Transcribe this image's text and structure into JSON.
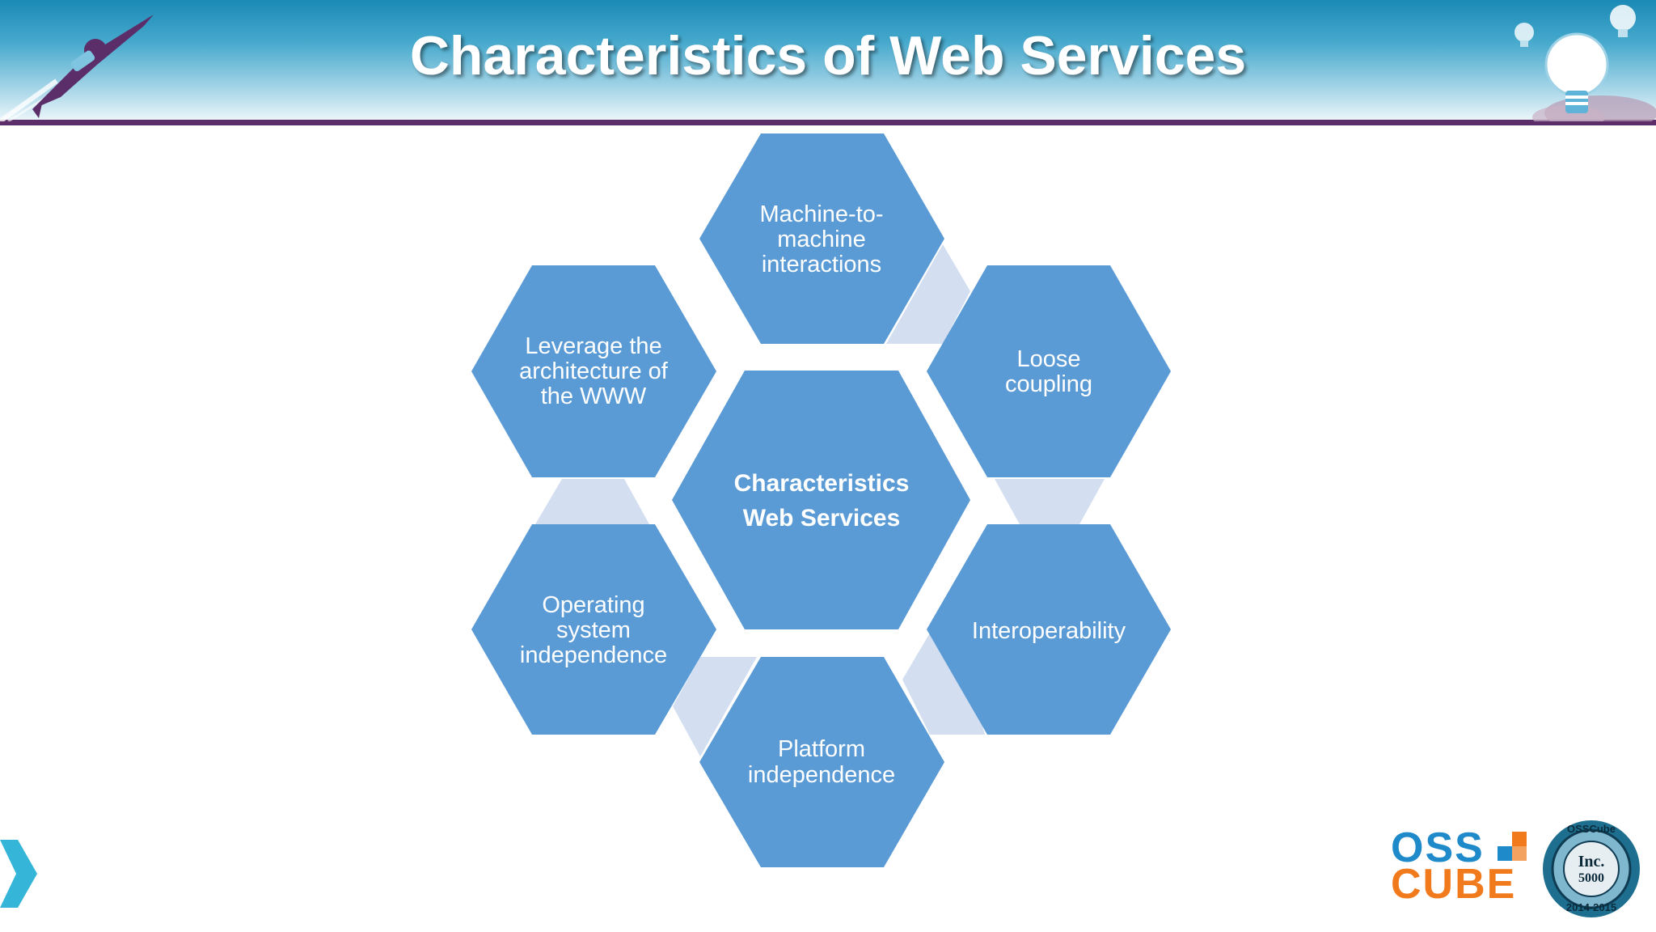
{
  "slide": {
    "title": "Characteristics of Web Services"
  },
  "diagram": {
    "center": {
      "lines": [
        "Characteristics",
        "Web Services"
      ]
    },
    "items": [
      {
        "id": "machine",
        "lines": [
          "Machine-to-",
          "machine",
          "interactions"
        ]
      },
      {
        "id": "loose",
        "lines": [
          "Loose",
          "coupling"
        ]
      },
      {
        "id": "interop",
        "lines": [
          "Interoperability"
        ]
      },
      {
        "id": "platform",
        "lines": [
          "Platform",
          "independence"
        ]
      },
      {
        "id": "os",
        "lines": [
          "Operating",
          "system",
          "independence"
        ]
      },
      {
        "id": "www",
        "lines": [
          "Leverage the",
          "architecture of",
          "the WWW"
        ]
      }
    ]
  },
  "logo": {
    "line1": "OSS",
    "line2": "CUBE",
    "badge_lines": [
      "OSSCube",
      "Inc.",
      "5000",
      "2014-2015"
    ]
  },
  "colors": {
    "hex_fill": "#5b9bd5",
    "connector_fill": "#d3dff0",
    "header_rule": "#5b2e6a",
    "oss_blue": "#1f8ac9",
    "cube_orange": "#f07a1c",
    "nav_arrow": "#35b6d8"
  }
}
